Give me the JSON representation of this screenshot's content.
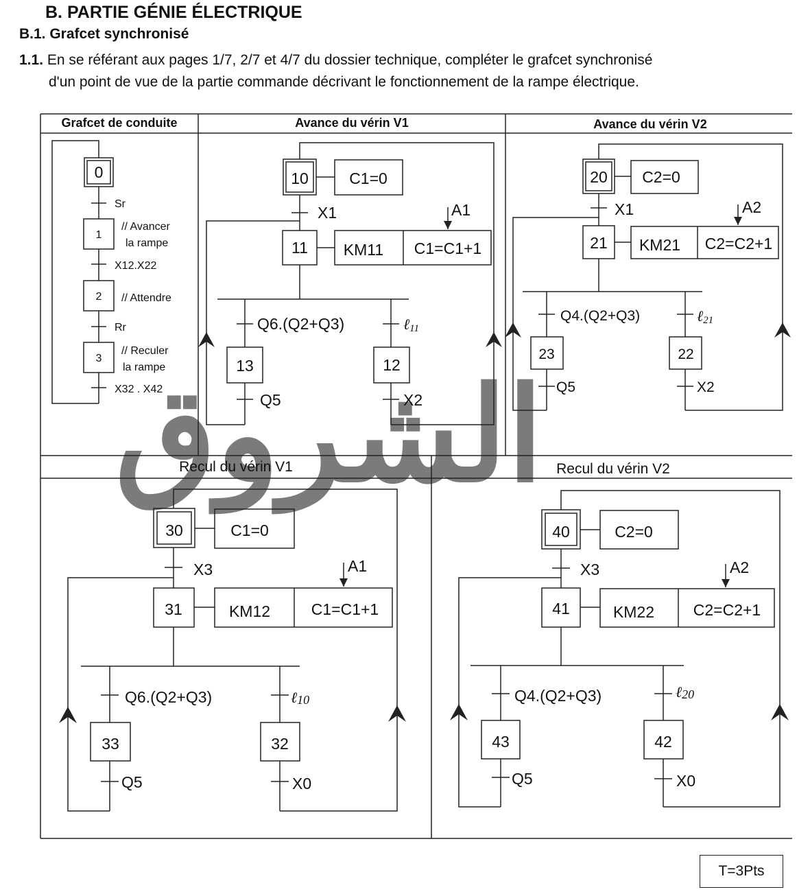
{
  "header": {
    "section": "B. PARTIE GÉNIE ÉLECTRIQUE",
    "subsection": "B.1.  Grafcet synchronisé",
    "question_num": "1.1.",
    "question_line1": "En se référant aux pages 1/7, 2/7 et 4/7 du dossier technique, compléter le grafcet synchronisé",
    "question_line2": "d'un point de vue de la partie commande décrivant le fonctionnement de la rampe électrique."
  },
  "panels": {
    "conduite": {
      "title": "Grafcet de conduite",
      "steps": [
        "0",
        "1",
        "2",
        "3"
      ],
      "transitions": [
        "Sr",
        "X12.X22",
        "Rr",
        "X32 . X42"
      ],
      "actions": [
        "// Avancer",
        "la rampe",
        "// Attendre",
        "// Reculer",
        "la rampe"
      ]
    },
    "av1": {
      "title": "Avance du vérin V1",
      "init_step": "10",
      "init_action": "C1=0",
      "t_start": "X1",
      "step2": "11",
      "action_a": "KM11",
      "action_b": "C1=C1+1",
      "counter": "A1",
      "left_cond": "Q6.(Q2+Q3)",
      "left_step": "13",
      "left_end": "Q5",
      "right_cond_sym": "ℓ",
      "right_cond_sub": "11",
      "right_step": "12",
      "right_end": "X2"
    },
    "av2": {
      "title": "Avance du vérin V2",
      "init_step": "20",
      "init_action": "C2=0",
      "t_start": "X1",
      "step2": "21",
      "action_a": "KM21",
      "action_b": "C2=C2+1",
      "counter": "A2",
      "left_cond": "Q4.(Q2+Q3)",
      "left_step": "23",
      "left_end": "Q5",
      "right_cond_sym": "ℓ",
      "right_cond_sub": "21",
      "right_step": "22",
      "right_end": "X2"
    },
    "re1": {
      "title": "Recul du vérin V1",
      "init_step": "30",
      "init_action": "C1=0",
      "t_start": "X3",
      "step2": "31",
      "action_a": "KM12",
      "action_b": "C1=C1+1",
      "counter": "A1",
      "left_cond": "Q6.(Q2+Q3)",
      "left_step": "33",
      "left_end": "Q5",
      "right_cond_sym": "ℓ",
      "right_cond_sub": "10",
      "right_step": "32",
      "right_end": "X0"
    },
    "re2": {
      "title": "Recul du vérin V2",
      "init_step": "40",
      "init_action": "C2=0",
      "t_start": "X3",
      "step2": "41",
      "action_a": "KM22",
      "action_b": "C2=C2+1",
      "counter": "A2",
      "left_cond": "Q4.(Q2+Q3)",
      "left_step": "43",
      "left_end": "Q5",
      "right_cond_sym": "ℓ",
      "right_cond_sub": "20",
      "right_step": "42",
      "right_end": "X0"
    }
  },
  "score": "T=3Pts",
  "watermark": "الشروق",
  "colors": {
    "watermark": "#f3a6a6",
    "ink": "#111111"
  }
}
